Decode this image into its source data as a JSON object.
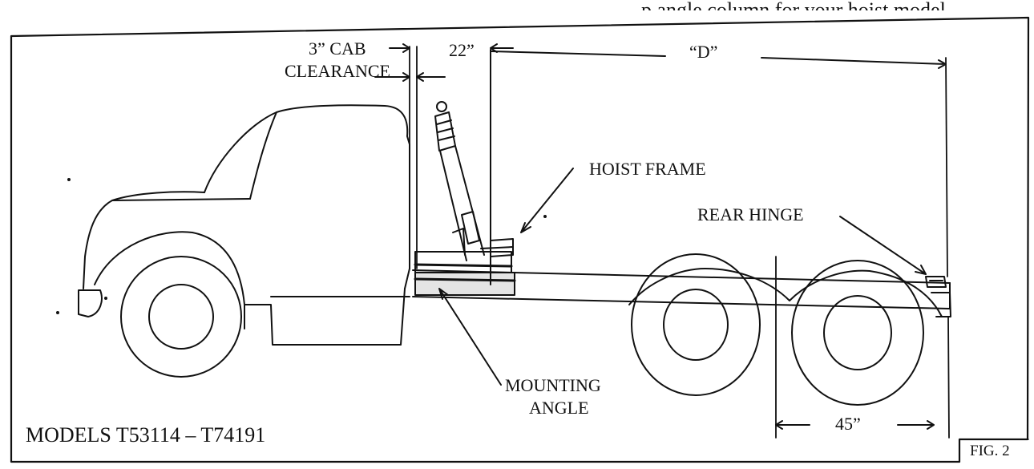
{
  "header_fragment": "p angle column for your hoist model.",
  "labels": {
    "cab_clearance_line1": "3” CAB",
    "cab_clearance_line2": "CLEARANCE",
    "dim_22": "22”",
    "dim_d": "“D”",
    "hoist_frame": "HOIST FRAME",
    "rear_hinge": "REAR HINGE",
    "mounting_angle_line1": "MOUNTING",
    "mounting_angle_line2": "ANGLE",
    "dim_45": "45”",
    "models": "MODELS T53114 – T74191",
    "figure": "FIG. 2"
  }
}
